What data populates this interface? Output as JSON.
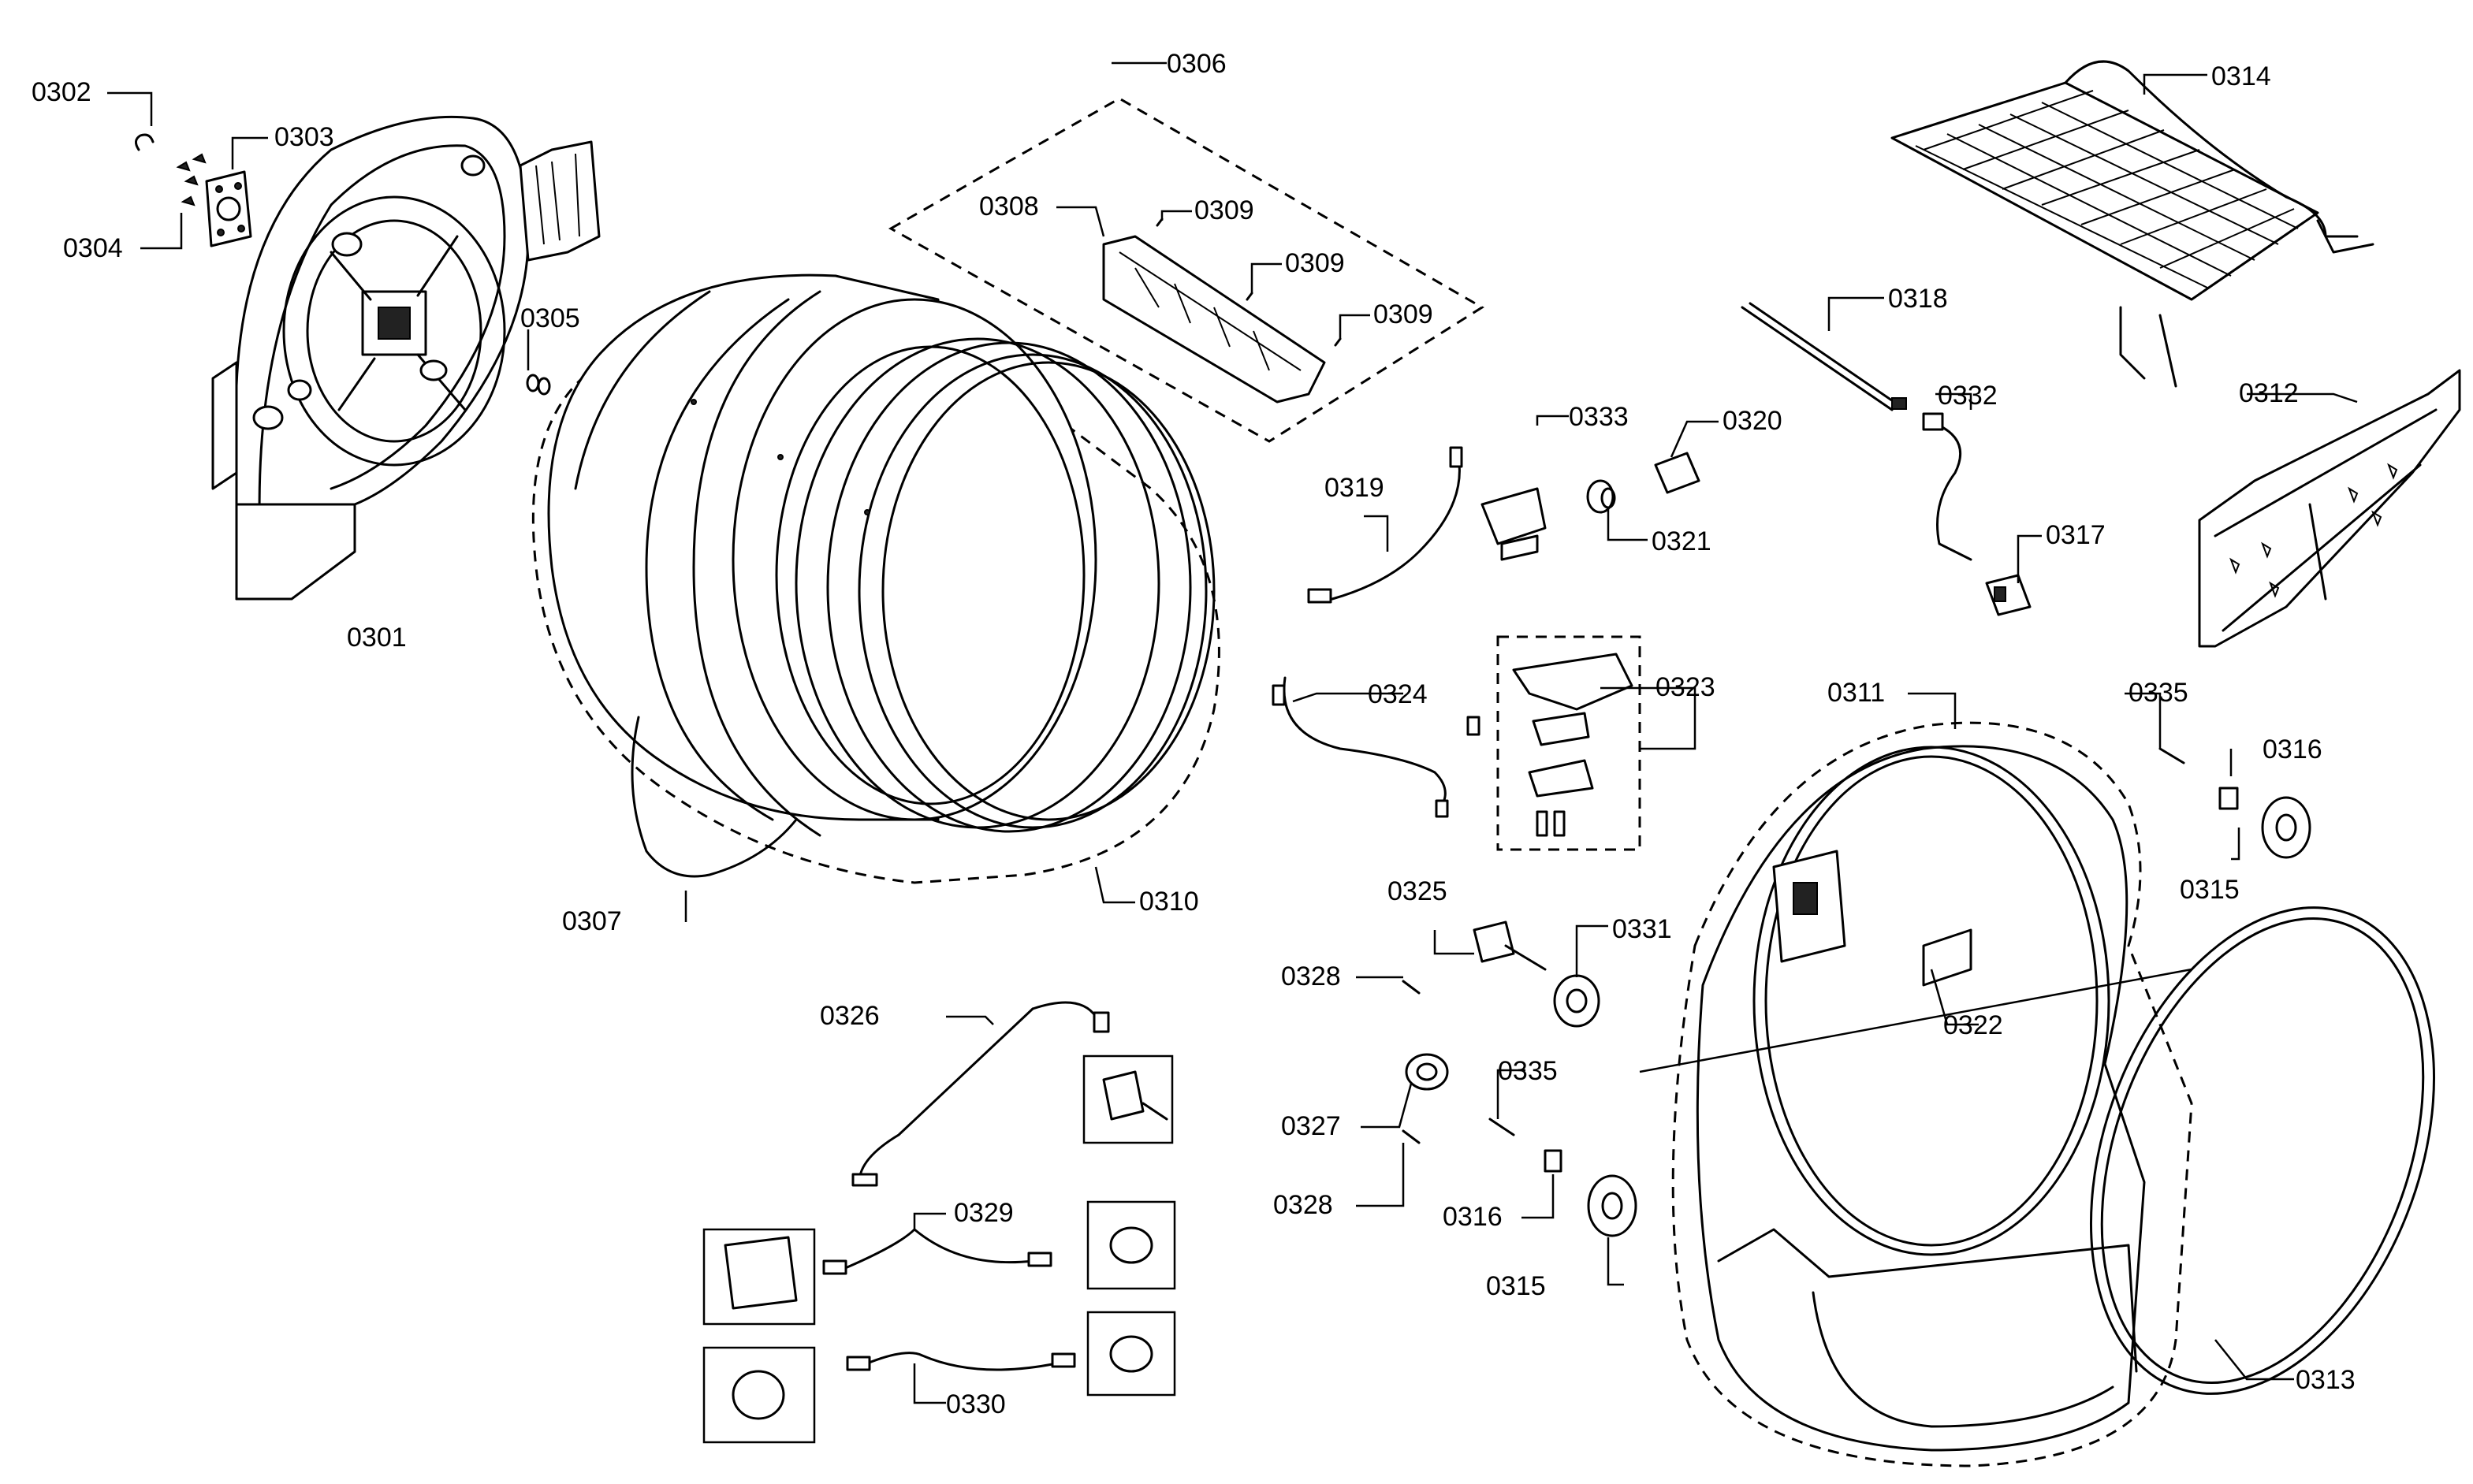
{
  "diagram": {
    "labels": [
      "0301",
      "0302",
      "0303",
      "0304",
      "0305",
      "0306",
      "0307",
      "0308",
      "0309",
      "0309",
      "0309",
      "0310",
      "0311",
      "0312",
      "0313",
      "0314",
      "0315",
      "0315",
      "0316",
      "0316",
      "0317",
      "0318",
      "0319",
      "0320",
      "0321",
      "0322",
      "0323",
      "0324",
      "0325",
      "0326",
      "0327",
      "0328",
      "0328",
      "0329",
      "0330",
      "0331",
      "0332",
      "0333",
      "0335",
      "0335"
    ]
  }
}
